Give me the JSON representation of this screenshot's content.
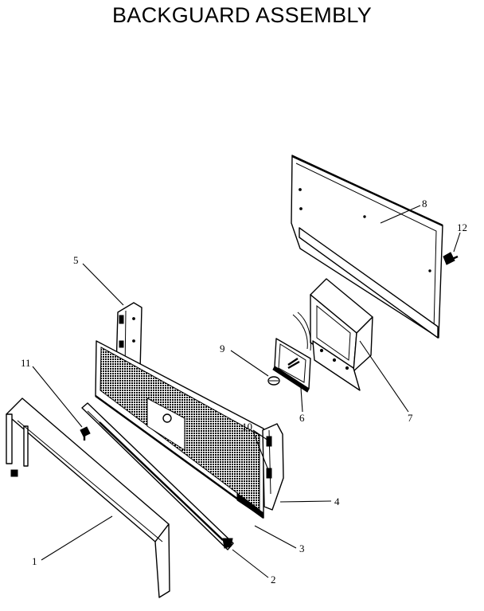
{
  "title": "BACKGUARD ASSEMBLY",
  "callouts": [
    "1",
    "2",
    "3",
    "4",
    "5",
    "6",
    "7",
    "8",
    "9",
    "10",
    "11",
    "12"
  ]
}
